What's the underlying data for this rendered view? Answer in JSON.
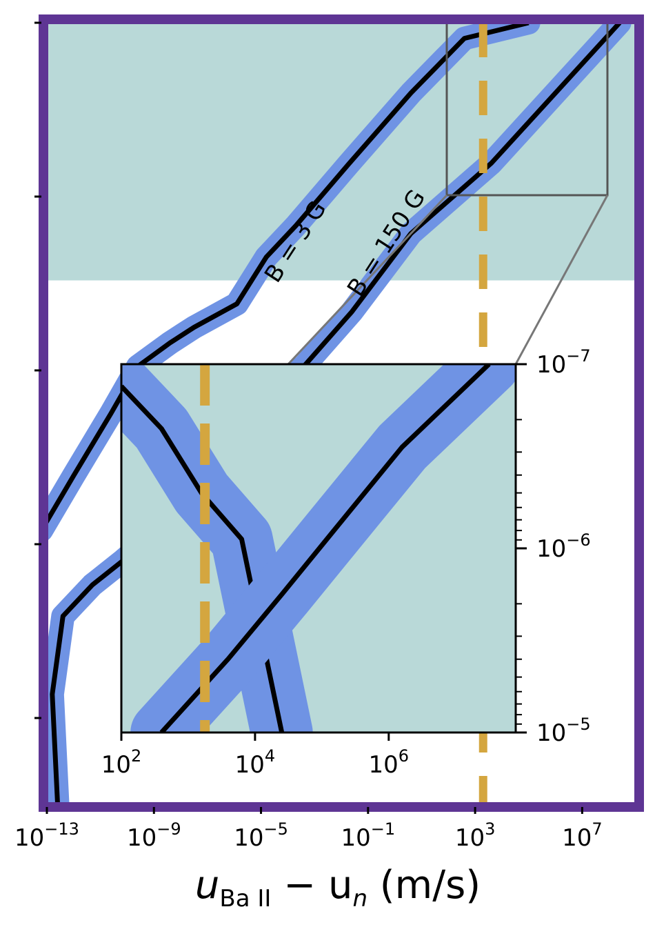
{
  "chart_data": {
    "type": "line",
    "xlabel": {
      "base": "u",
      "sub1": "Ba II",
      "mid": " − u",
      "sub2": "n",
      "unit": " (m/s)"
    },
    "x_scale": "log",
    "xlim": [
      1e-13,
      1000000000.0
    ],
    "xticks": [
      {
        "base": "10",
        "exp": "−13"
      },
      {
        "base": "10",
        "exp": "−9"
      },
      {
        "base": "10",
        "exp": "−5"
      },
      {
        "base": "10",
        "exp": "−1"
      },
      {
        "base": "10",
        "exp": "3"
      },
      {
        "base": "10",
        "exp": "7"
      }
    ],
    "xtick_values": [
      -13,
      -9,
      -5,
      -1,
      3,
      7
    ],
    "ylabel": "",
    "y_ticks_unlabeled": 5,
    "series": [
      {
        "name": "B = 3 G",
        "log_u": [
          -13.2,
          -12.0,
          -10.6,
          -9.6,
          -8.4,
          -7.5,
          -5.9,
          -4.8,
          -3.7,
          -1.7,
          0.6,
          2.6,
          5.0
        ],
        "y_norm": [
          0.35,
          0.42,
          0.5,
          0.56,
          0.59,
          0.61,
          0.64,
          0.7,
          0.74,
          0.82,
          0.91,
          0.98,
          1.0
        ]
      },
      {
        "name": "B = 150 G",
        "log_u": [
          -12.6,
          -12.8,
          -12.4,
          -11.3,
          -10.2,
          -8.5,
          -6.4,
          -4.7,
          -3.4,
          -1.6,
          0.6,
          3.6,
          8.4
        ],
        "y_norm": [
          0.0,
          0.14,
          0.24,
          0.28,
          0.31,
          0.36,
          0.41,
          0.53,
          0.56,
          0.63,
          0.73,
          0.82,
          1.0
        ]
      }
    ],
    "vline_x_log": 3.3,
    "shaded_region_top_fraction": 0.33,
    "inset": {
      "x_scale": "log",
      "xlim_log": [
        2,
        7.9
      ],
      "xticks": [
        {
          "base": "10",
          "exp": "2"
        },
        {
          "base": "10",
          "exp": "4"
        },
        {
          "base": "10",
          "exp": "6"
        }
      ],
      "xtick_values": [
        2,
        4,
        6
      ],
      "y_scale": "log",
      "ylim_log": [
        -7,
        -5
      ],
      "yticks": [
        {
          "base": "10",
          "exp": "−7"
        },
        {
          "base": "10",
          "exp": "−6"
        },
        {
          "base": "10",
          "exp": "−5"
        }
      ],
      "ytick_values": [
        -7,
        -6,
        -5
      ],
      "vline_x_log": 3.25,
      "series": [
        {
          "name": "B = 3 G",
          "log_u": [
            2.0,
            2.6,
            3.2,
            3.8,
            4.4
          ],
          "y_log": [
            -6.88,
            -6.65,
            -6.3,
            -6.05,
            -5.0
          ]
        },
        {
          "name": "B = 150 G",
          "log_u": [
            2.6,
            3.6,
            4.4,
            5.3,
            6.2,
            7.5
          ],
          "y_log": [
            -5.0,
            -5.4,
            -5.75,
            -6.15,
            -6.55,
            -7.0
          ]
        }
      ]
    },
    "colors": {
      "frame": "#5e3594",
      "shade": "#b9d9d8",
      "band": "#6f93e4",
      "line": "#000000",
      "vline": "#d4a63f",
      "zoom_box": "#555555"
    }
  }
}
